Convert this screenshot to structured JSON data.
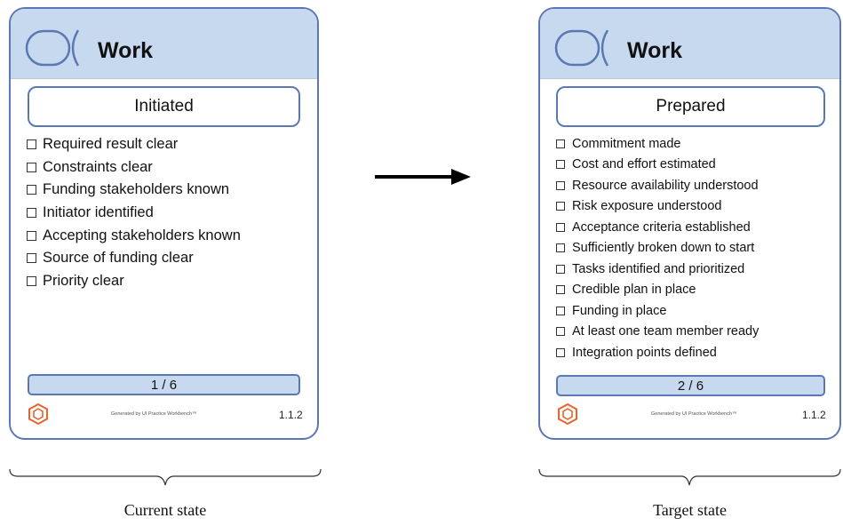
{
  "colors": {
    "header_bg": "#c6d9ef",
    "border": "#5c78b4",
    "hex_icon": "#e8642c"
  },
  "cards": [
    {
      "title": "Work",
      "state": "Initiated",
      "checklist": [
        "Required result clear",
        "Constraints clear",
        "Funding stakeholders known",
        "Initiator identified",
        "Accepting stakeholders known",
        "Source of funding clear",
        "Priority clear"
      ],
      "progress": "1 / 6",
      "generated_by": "Generated by UI Practice Workbench™",
      "version": "1.1.2"
    },
    {
      "title": "Work",
      "state": "Prepared",
      "checklist": [
        "Commitment made",
        "Cost and effort estimated",
        "Resource availability understood",
        "Risk exposure understood",
        "Acceptance criteria established",
        "Sufficiently broken down to start",
        "Tasks identified and prioritized",
        "Credible plan in place",
        "Funding in place",
        "At least one team member ready",
        "Integration points defined"
      ],
      "progress": "2 / 6",
      "generated_by": "Generated by UI Practice Workbench™",
      "version": "1.1.2"
    }
  ],
  "captions": {
    "current": "Current state",
    "target": "Target state"
  }
}
